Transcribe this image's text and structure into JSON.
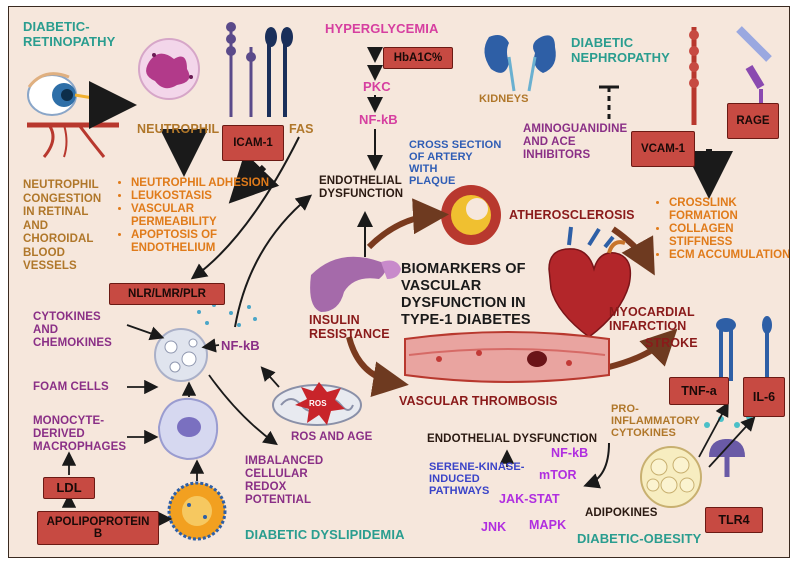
{
  "title": "BIOMARKERS OF\nVASCULAR\nDYSFUNCTION IN\nTYPE-1 DIABETES",
  "retinopathy": {
    "heading": "DIABETIC-\nRETINOPATHY",
    "neutrophil": "NEUTROPHIL",
    "fas": "FAS",
    "icam": "ICAM-1",
    "congestion": "NEUTROPHIL\nCONGESTION\nIN RETINAL\nAND\nCHOROIDAL\nBLOOD\nVESSELS",
    "effects": [
      "NEUTROPHIL ADHESION",
      "LEUKOSTASIS",
      "VASCULAR PERMEABILITY",
      "APOPTOSIS OF ENDOTHELIUM"
    ],
    "ratio_box": "NLR/LMR/PLR"
  },
  "hyperglycemia": {
    "heading": "HYPERGLYCEMIA",
    "hba1c": "HbA1C%",
    "pkc": "PKC",
    "nfkb": "NF-kB",
    "endothelial": "ENDOTHELIAL\nDYSFUNCTION"
  },
  "artery": {
    "cross_section": "CROSS SECTION\nOF ARTERY\nWITH\nPLAQUE",
    "atherosclerosis": "ATHEROSCLEROSIS",
    "myocardial": "MYOCARDIAL\nINFARCTION",
    "stroke": "STROKE",
    "thrombosis": "VASCULAR THROMBOSIS",
    "insulin": "INSULIN\nRESISTANCE"
  },
  "nephropathy": {
    "heading": "DIABETIC\nNEPHROPATHY",
    "kidneys": "KIDNEYS",
    "inhibitors": "AMINOGUANIDINE\nAND ACE\nINHIBITORS",
    "vcam": "VCAM-1",
    "rage": "RAGE",
    "effects": [
      "CROSSLINK FORMATION",
      "COLLAGEN STIFFNESS",
      "ECM ACCUMULATION"
    ]
  },
  "dyslipidemia": {
    "heading": "DIABETIC DYSLIPIDEMIA",
    "cytokines": "CYTOKINES\nAND\nCHEMOKINES",
    "foam": "FOAM CELLS",
    "monocyte": "MONOCYTE-\nDERIVED\nMACROPHAGES",
    "ldl": "LDL",
    "apolipo": "APOLIPOPROTEIN\nB",
    "nfkb": "NF-kB",
    "ros_label": "ROS",
    "ros_age": "ROS AND AGE",
    "redox": "IMBALANCED\nCELLULAR\nREDOX\nPOTENTIAL"
  },
  "obesity": {
    "heading": "DIABETIC-OBESITY",
    "endothelial": "ENDOTHELIAL DYSFUNCTION",
    "serene": "SERENE-KINASE-\nINDUCED\nPATHWAYS",
    "nfkb": "NF-kB",
    "mtor": "mTOR",
    "jakstat": "JAK-STAT",
    "jnk": "JNK",
    "mapk": "MAPK",
    "pro": "PRO-\nINFLAMMATORY\nCYTOKINES",
    "adipokines": "ADIPOKINES",
    "tnf": "TNF-a",
    "il6": "IL-6",
    "tlr4": "TLR4"
  }
}
